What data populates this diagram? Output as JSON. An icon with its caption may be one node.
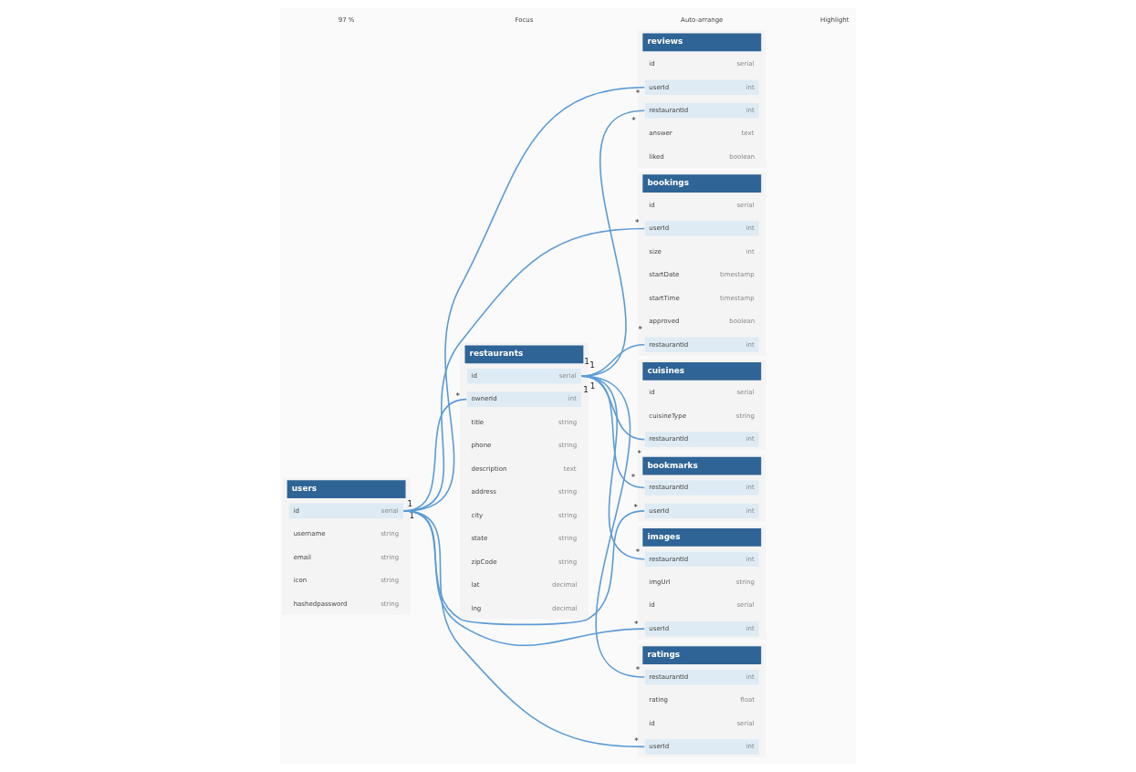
{
  "diagram": {
    "nodes": [
      {
        "text": [
          "users"
        ]
      },
      {
        "text": [
          "id",
          "serial"
        ],
        "in": 0
      },
      {
        "text": [
          "username",
          "string"
        ],
        "in": 0
      },
      {
        "text": [
          "email",
          "string"
        ],
        "in": 0
      },
      {
        "text": [
          "icon",
          "string"
        ],
        "in": 0
      },
      {
        "text": [
          "hashedpassword",
          "string"
        ],
        "in": 0
      },
      {
        "text": [
          "reviews"
        ]
      },
      {
        "text": [
          "id",
          "serial"
        ],
        "in": 6
      },
      {
        "text": [
          "userId",
          "int"
        ],
        "in": 6
      },
      {
        "text": [
          "restaurantId",
          "int"
        ],
        "in": 6
      },
      {
        "text": [
          "answer",
          "text"
        ],
        "in": 6
      },
      {
        "text": [
          "liked",
          "boolean"
        ],
        "in": 6
      },
      {
        "text": [
          "bookings"
        ]
      },
      {
        "text": [
          "id",
          "serial"
        ],
        "in": 12
      },
      {
        "text": [
          "userId",
          "int"
        ],
        "in": 12
      },
      {
        "text": [
          "size",
          "int"
        ],
        "in": 12
      },
      {
        "text": [
          "startDate",
          "timestamp"
        ],
        "in": 12
      },
      {
        "text": [
          "startTime",
          "timestamp"
        ],
        "in": 12
      },
      {
        "text": [
          "approved",
          "boolean"
        ],
        "in": 12
      },
      {
        "text": [
          "restaurantId",
          "int"
        ],
        "in": 12
      },
      {
        "text": [
          "bookmarks"
        ]
      },
      {
        "text": [
          "userId",
          "int"
        ],
        "in": 20
      },
      {
        "text": [
          "restaurantId",
          "int"
        ],
        "in": 20
      },
      {
        "text": [
          "images"
        ]
      },
      {
        "text": [
          "id",
          "serial"
        ],
        "in": 23
      },
      {
        "text": [
          "userId",
          "int"
        ],
        "in": 23
      },
      {
        "text": [
          "restaurantId",
          "int"
        ],
        "in": 23
      },
      {
        "text": [
          "imgUrl",
          "string"
        ],
        "in": 23
      },
      {
        "text": [
          "restaurants"
        ]
      },
      {
        "text": [
          "id",
          "serial"
        ],
        "in": 28
      },
      {
        "text": [
          "ownerId",
          "int"
        ],
        "in": 28
      },
      {
        "text": [
          "title",
          "string"
        ],
        "in": 28
      },
      {
        "text": [
          "phone",
          "string"
        ],
        "in": 28
      },
      {
        "text": [
          "description",
          "text"
        ],
        "in": 28
      },
      {
        "text": [
          "address",
          "string"
        ],
        "in": 28
      },
      {
        "text": [
          "city",
          "string"
        ],
        "in": 28
      },
      {
        "text": [
          "state",
          "string"
        ],
        "in": 28
      },
      {
        "text": [
          "zipCode",
          "string"
        ],
        "in": 28
      },
      {
        "text": [
          "lat",
          "decimal"
        ],
        "in": 28
      },
      {
        "text": [
          "lng",
          "decimal"
        ],
        "in": 28
      },
      {
        "text": [
          "cuisines"
        ]
      },
      {
        "text": [
          "id",
          "serial"
        ],
        "in": 40
      },
      {
        "text": [
          "cuisineType",
          "string"
        ],
        "in": 40
      },
      {
        "text": [
          "restaurantId",
          "int"
        ],
        "in": 40
      },
      {
        "text": [
          "ratings"
        ]
      },
      {
        "text": [
          "id",
          "serial"
        ],
        "in": 44
      },
      {
        "text": [
          "userId",
          "int"
        ],
        "in": 44
      },
      {
        "text": [
          "restaurantId",
          "int"
        ],
        "in": 44
      },
      {
        "text": [
          "rating",
          "float"
        ],
        "in": 44
      }
    ],
    "edges": [
      {
        "from": 1,
        "to": 14,
        "arrow": "none"
      },
      {
        "from": 1,
        "to": 21,
        "arrow": "none"
      },
      {
        "from": 1,
        "to": 30,
        "arrow": "none"
      },
      {
        "from": 1,
        "to": 8,
        "arrow": "none"
      },
      {
        "from": 1,
        "to": 25,
        "arrow": "none"
      },
      {
        "from": 1,
        "to": 46,
        "arrow": "none"
      },
      {
        "from": 29,
        "to": 19,
        "arrow": "none"
      },
      {
        "from": 29,
        "to": 43,
        "arrow": "none"
      },
      {
        "from": 29,
        "to": 22,
        "arrow": "none"
      },
      {
        "from": 29,
        "to": 9,
        "arrow": "none"
      },
      {
        "from": 29,
        "to": 26,
        "arrow": "none"
      },
      {
        "from": 29,
        "to": 47,
        "arrow": "none"
      }
    ],
    "labels": [
      "1",
      "*",
      "*",
      "*",
      "1",
      "*",
      "*",
      "*",
      "1",
      "*",
      "1",
      "*",
      "1",
      "*",
      "1",
      "*",
      "*",
      "*",
      "97 %",
      "Focus",
      "Auto-arrange",
      "Highlight"
    ]
  }
}
